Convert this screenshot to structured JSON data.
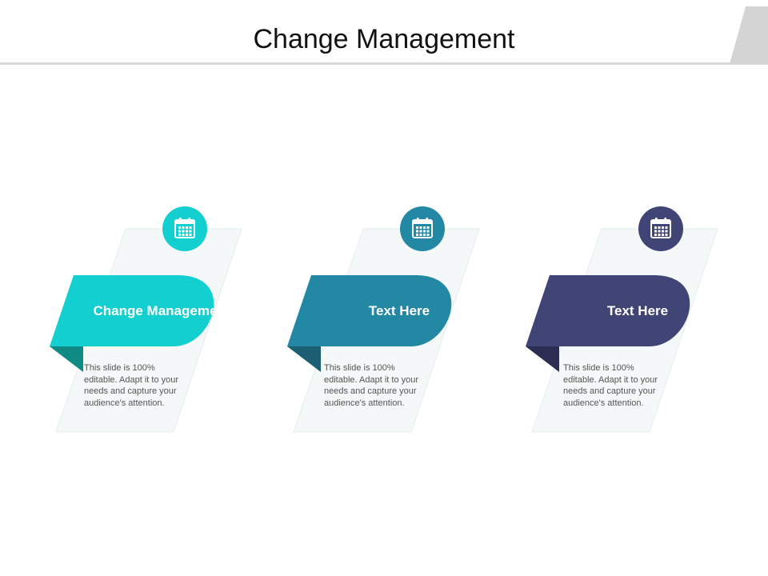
{
  "slide": {
    "title": "Change Management"
  },
  "colors": {
    "header_rule": "#d9d9d9",
    "corner_tab": "#d4d4d4",
    "panel": "#f4f8f8"
  },
  "cards": [
    {
      "label": "Change Management",
      "description": "This slide is 100% editable. Adapt it to your needs and capture your audience's attention.",
      "icon": "calendar-icon",
      "color": "#14cfcf",
      "fold_color": "#0f8a84"
    },
    {
      "label": "Text Here",
      "description": "This slide is 100% editable. Adapt it to your needs and capture your audience's attention.",
      "icon": "calendar-icon",
      "color": "#2288a3",
      "fold_color": "#1d5f72"
    },
    {
      "label": "Text Here",
      "description": "This slide is 100% editable. Adapt it to your needs and capture your audience's attention.",
      "icon": "calendar-icon",
      "color": "#414575",
      "fold_color": "#2b2e52"
    }
  ]
}
